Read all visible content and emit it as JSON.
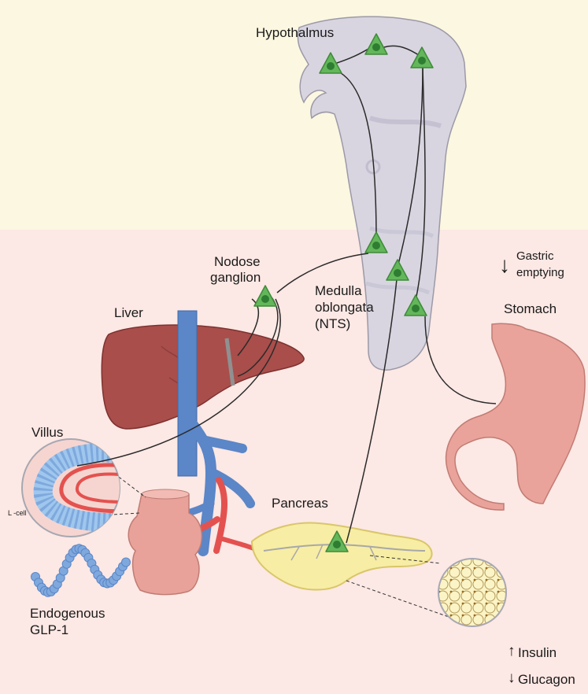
{
  "labels": {
    "hypothalamus": "Hypothalmus",
    "nodose_line1": "Nodose",
    "nodose_line2": "ganglion",
    "medulla_line1": "Medulla",
    "medulla_line2": "oblongata",
    "medulla_line3": "(NTS)",
    "liver": "Liver",
    "villus": "Villus",
    "l_cell": "L -cell",
    "pancreas": "Pancreas",
    "stomach": "Stomach",
    "gastric_line1": "Gastric",
    "gastric_line2": "emptying",
    "endogenous_line1": "Endogenous",
    "endogenous_line2": "GLP-1",
    "insulin": "Insulin",
    "glucagon": "Glucagon"
  },
  "indicators": {
    "gastric_emptying": "↓",
    "insulin": "↑",
    "glucagon": "↓"
  },
  "colors": {
    "brain_region_bg": "#fcf7e0",
    "body_region_bg": "#fce8e4",
    "neuron": "#63b75a",
    "neuron_nucleus": "#2e7d32",
    "liver": "#a94e4b",
    "vein": "#5b86c8",
    "artery": "#e3524f",
    "pancreas": "#f7eda4",
    "stomach": "#eaa39b",
    "glp1": "#7fa9dd",
    "brain": "#d8d5e0"
  },
  "icons": [
    "neuron-icon",
    "liver-icon",
    "stomach-icon",
    "pancreas-icon",
    "intestine-icon",
    "villus-icon",
    "islet-icon",
    "glp1-chain-icon"
  ]
}
